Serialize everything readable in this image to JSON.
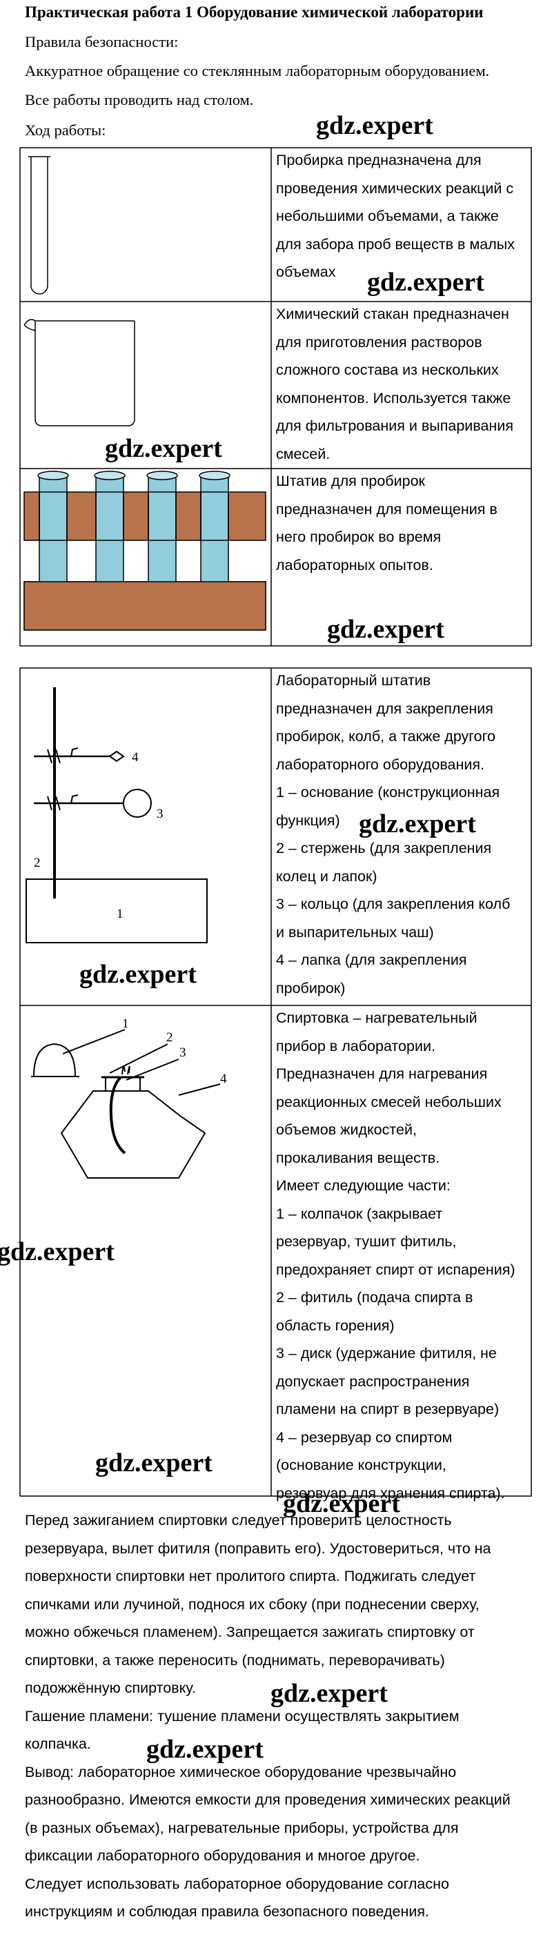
{
  "header": {
    "title": "Практическая работа 1 Оборудование химической лаборатории",
    "safety_heading": "Правила безопасности:",
    "safety_rules": [
      "Аккуратное обращение со стеклянным лабораторным оборудованием.",
      "Все работы проводить над столом."
    ],
    "procedure_heading": "Ход работы:"
  },
  "watermark": "gdz.expert",
  "table1": {
    "rows": [
      {
        "name": "test-tube",
        "lines": [
          "Пробирка предназначена для",
          "проведения химических реакций с",
          "небольшими объемами, а также",
          "для забора проб веществ в малых",
          "объемах"
        ]
      },
      {
        "name": "beaker",
        "lines": [
          "Химический стакан предназначен",
          "для приготовления растворов",
          "сложного состава из нескольких",
          "компонентов. Используется также",
          "для фильтрования и выпаривания",
          "смесей."
        ]
      },
      {
        "name": "test-tube-rack",
        "lines": [
          "Штатив для пробирок",
          "предназначен для помещения в",
          "него пробирок во время",
          "лабораторных опытов."
        ]
      }
    ]
  },
  "table2": {
    "rows": [
      {
        "name": "lab-stand",
        "labels": [
          "1",
          "2",
          "3",
          "4"
        ],
        "lines": [
          "Лабораторный штатив",
          "предназначен для закрепления",
          "пробирок, колб, а также другого",
          "лабораторного оборудования.",
          "1 – основание (конструкционная",
          "функция)",
          "2 – стержень (для закрепления",
          "колец и лапок)",
          "3 – кольцо (для закрепления колб",
          "и выпарительных чаш)",
          "4 – лапка (для закрепления",
          "пробирок)"
        ]
      },
      {
        "name": "spirit-lamp",
        "labels": [
          "1",
          "2",
          "3",
          "4"
        ],
        "lines": [
          "Спиртовка – нагревательный",
          "прибор в лаборатории.",
          "Предназначен для нагревания",
          "реакционных смесей небольших",
          "объемов жидкостей,",
          "прокаливания веществ.",
          "Имеет следующие части:",
          "1 – колпачок (закрывает",
          "резервуар, тушит фитиль,",
          "предохраняет спирт от испарения)",
          "2 – фитиль (подача спирта в",
          "область горения)",
          "3 – диск (удержание фитиля, не",
          "допускает распространения",
          "пламени на спирт в резервуаре)",
          "4 – резервуар со спиртом",
          "(основание конструкции,",
          "резервуар для хранения спирта)."
        ]
      }
    ]
  },
  "bottom": {
    "lines": [
      "Перед зажиганием спиртовки следует проверить целостность",
      "резервуара, вылет фитиля (поправить его). Удостовериться, что на",
      "поверхности спиртовки нет пролитого спирта. Поджигать следует",
      "спичками или лучиной, поднося их сбоку (при поднесении сверху,",
      "можно обжечься пламенем). Запрещается зажигать спиртовку от",
      "спиртовки, а также переносить (поднимать, переворачивать)",
      "подожжённую спиртовку.",
      "Гашение пламени: тушение пламени осуществлять закрытием",
      "колпачка.",
      "Вывод: лабораторное химическое оборудование чрезвычайно",
      "разнообразно. Имеются емкости для проведения химических реакций",
      "(в разных объемах), нагревательные приборы, устройства для",
      "фиксации лабораторного оборудования и многое другое.",
      "Следует использовать лабораторное  оборудование согласно",
      "инструкциям и соблюдая правила безопасного поведения."
    ]
  },
  "colors": {
    "rack_wood": "#b9734a",
    "tube_liquid": "#92cddc",
    "tube_glass": "#c6e6ef"
  }
}
